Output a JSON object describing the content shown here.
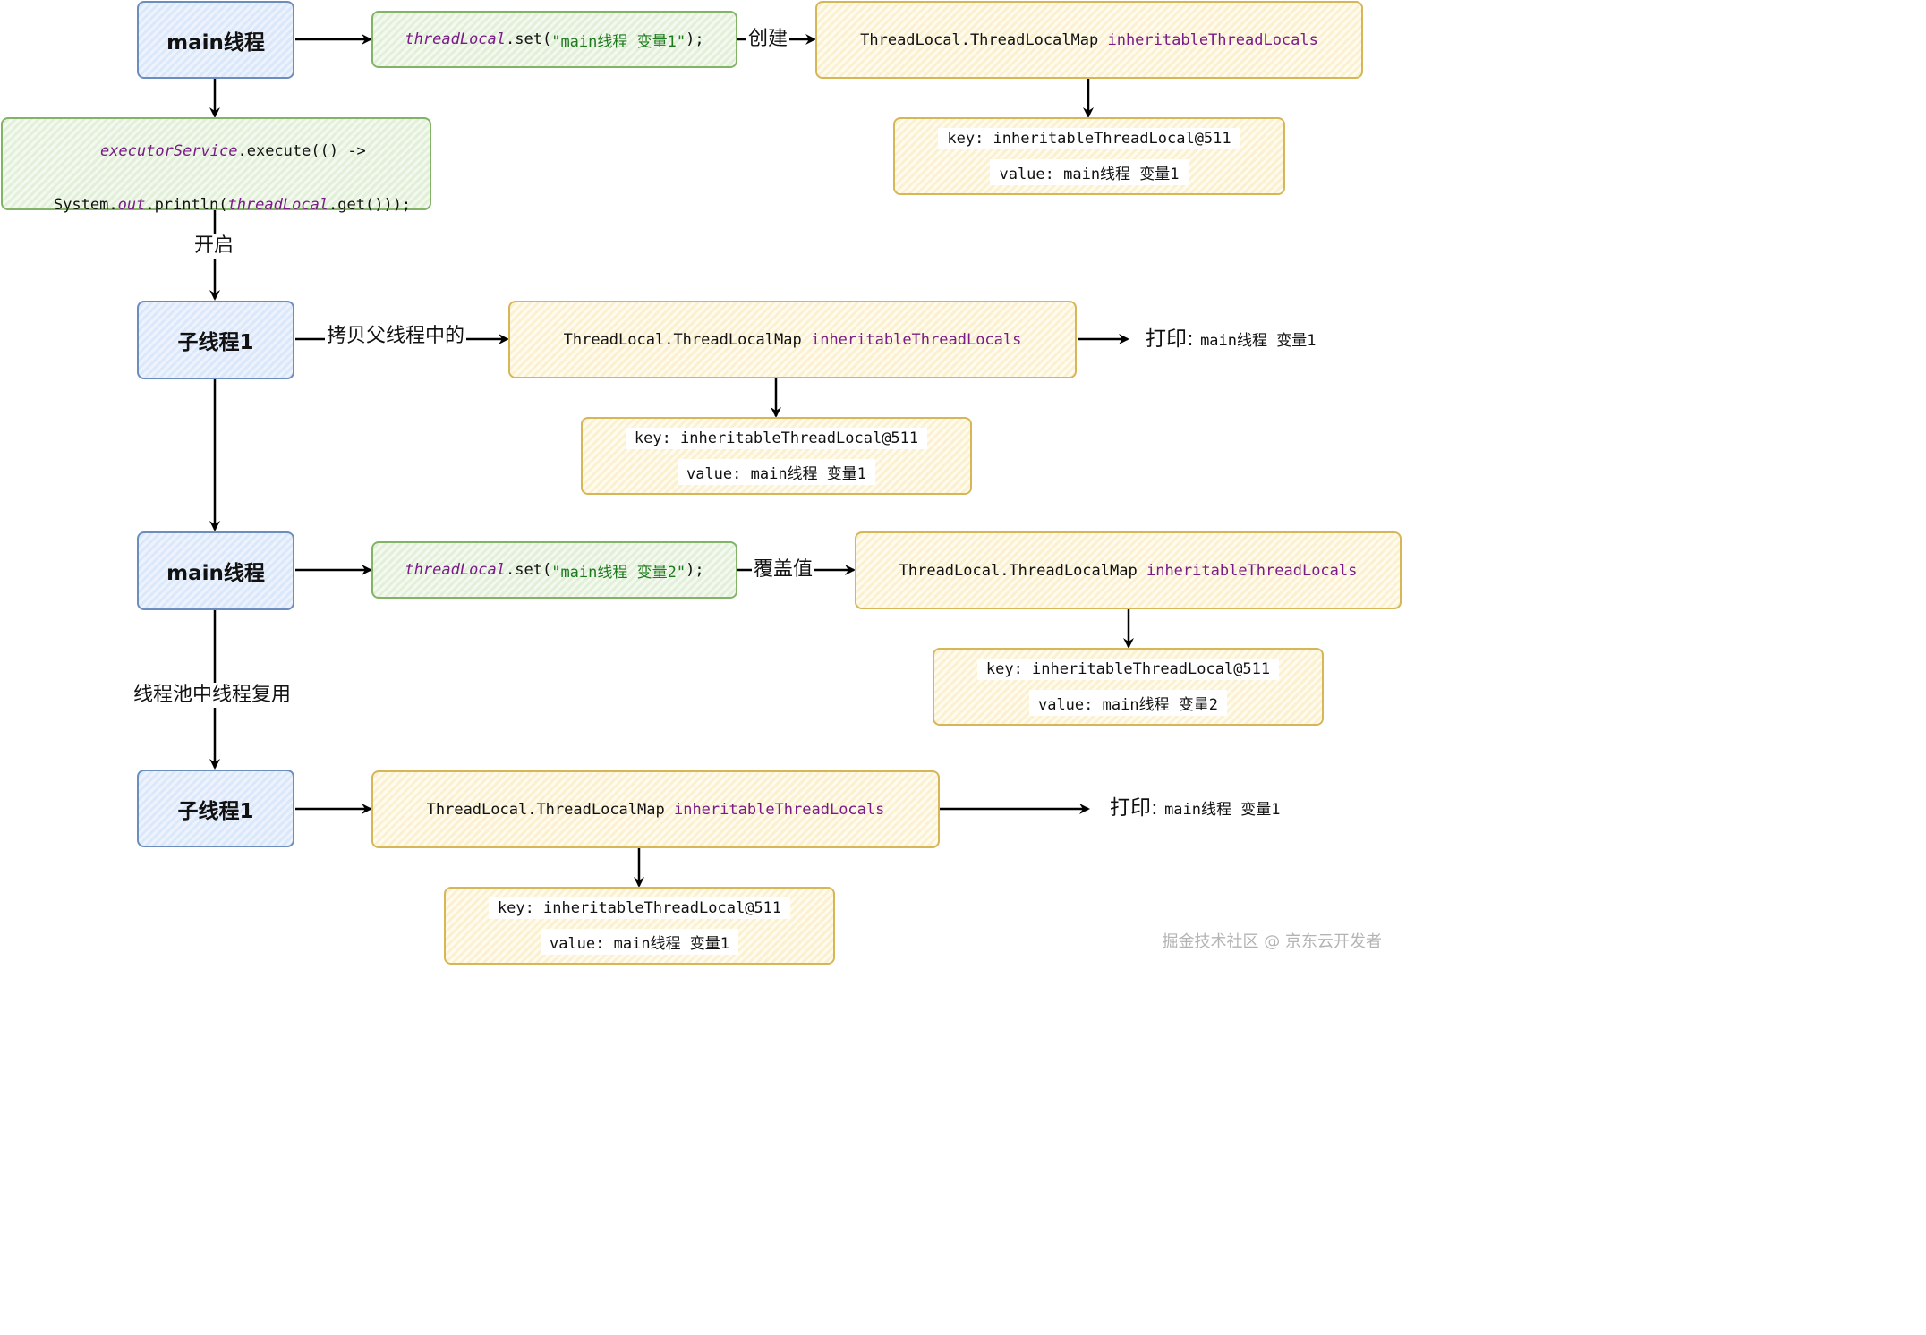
{
  "colors": {
    "thread_border": "#6c8ebf",
    "code_border": "#82b366",
    "map_border": "#d6b656",
    "keyword": "#7a1c87",
    "string": "#1d7a1d"
  },
  "nodes": {
    "main1": "main线程",
    "set1": {
      "var": "threadLocal",
      "method": ".set(",
      "arg": "\"main线程 变量1\"",
      "end": ");"
    },
    "map1": {
      "type": "ThreadLocal.ThreadLocalMap ",
      "field": "inheritableThreadLocals"
    },
    "kv1": {
      "key": "key: inheritableThreadLocal@511",
      "value": "value: main线程 变量1"
    },
    "exec": {
      "var": "executorService",
      "method": ".execute(() ->",
      "l2_a": "System.",
      "l2_out": "out",
      "l2_b": ".println(",
      "l2_var": "threadLocal",
      "l2_c": ".get()));"
    },
    "child1": "子线程1",
    "map2": {
      "type": "ThreadLocal.ThreadLocalMap ",
      "field": "inheritableThreadLocals"
    },
    "kv2": {
      "key": "key: inheritableThreadLocal@511",
      "value": "value: main线程 变量1"
    },
    "print1": {
      "label": "打印:",
      "value": "main线程 变量1"
    },
    "main2": "main线程",
    "set2": {
      "var": "threadLocal",
      "method": ".set(",
      "arg": "\"main线程 变量2\"",
      "end": ");"
    },
    "map3": {
      "type": "ThreadLocal.ThreadLocalMap ",
      "field": "inheritableThreadLocals"
    },
    "kv3": {
      "key": "key: inheritableThreadLocal@511",
      "value": "value: main线程 变量2"
    },
    "child2": "子线程1",
    "map4": {
      "type": "ThreadLocal.ThreadLocalMap ",
      "field": "inheritableThreadLocals"
    },
    "kv4": {
      "key": "key: inheritableThreadLocal@511",
      "value": "value: main线程 变量1"
    },
    "print2": {
      "label": "打印:",
      "value": "main线程 变量1"
    }
  },
  "edge_labels": {
    "create": "创建",
    "start": "开启",
    "copy": "拷贝父线程中的",
    "overwrite": "覆盖值",
    "reuse": "线程池中线程复用"
  },
  "watermark": "掘金技术社区 @ 京东云开发者"
}
